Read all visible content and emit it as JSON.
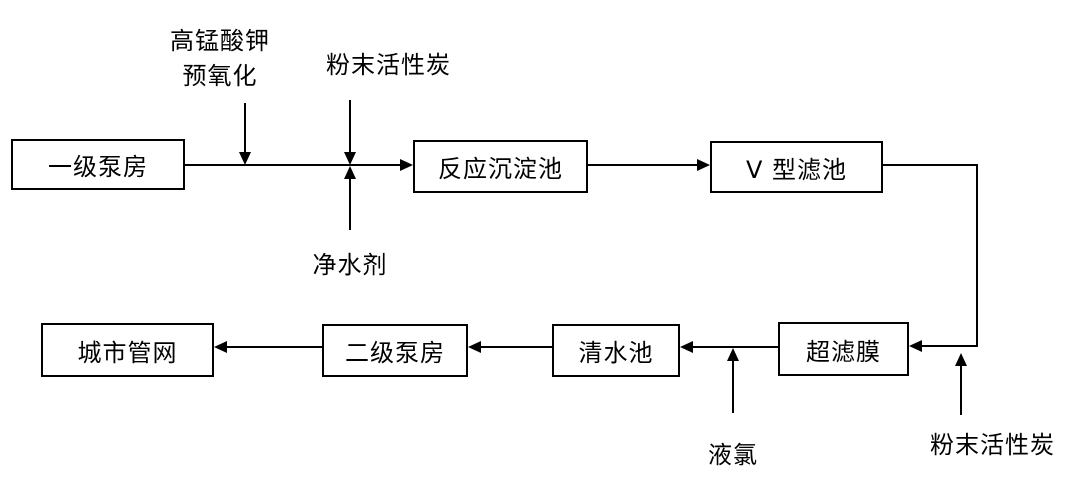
{
  "diagram": {
    "type": "flowchart",
    "subject": "water-treatment-process",
    "colors": {
      "background": "#ffffff",
      "line": "#000000",
      "text": "#000000"
    },
    "nodes": [
      {
        "id": "primary-pump-station",
        "label": "一级泵房"
      },
      {
        "id": "reaction-sedimentation-tank",
        "label": "反应沉淀池"
      },
      {
        "id": "v-type-filter",
        "label": "V 型滤池"
      },
      {
        "id": "ultrafiltration-membrane",
        "label": "超滤膜"
      },
      {
        "id": "clear-water-tank",
        "label": "清水池"
      },
      {
        "id": "secondary-pump-station",
        "label": "二级泵房"
      },
      {
        "id": "city-pipe-network",
        "label": "城市管网"
      }
    ],
    "annotations": [
      {
        "id": "kmno4-preoxidation",
        "line1": "高锰酸钾",
        "line2": "预氧化"
      },
      {
        "id": "powdered-activated-carbon-top",
        "label": "粉末活性炭"
      },
      {
        "id": "water-purifying-agent",
        "label": "净水剂"
      },
      {
        "id": "liquid-chlorine",
        "label": "液氯"
      },
      {
        "id": "powdered-activated-carbon-bottom",
        "label": "粉末活性炭"
      }
    ],
    "edges": [
      {
        "from": "一级泵房",
        "to": "反应沉淀池"
      },
      {
        "from": "反应沉淀池",
        "to": "V 型滤池"
      },
      {
        "from": "V 型滤池",
        "to": "超滤膜"
      },
      {
        "from": "超滤膜",
        "to": "清水池"
      },
      {
        "from": "清水池",
        "to": "二级泵房"
      },
      {
        "from": "二级泵房",
        "to": "城市管网"
      }
    ],
    "injections": [
      {
        "agent": "高锰酸钾预氧化",
        "into": "一级泵房 → 反应沉淀池",
        "direction": "down"
      },
      {
        "agent": "粉末活性炭",
        "into": "一级泵房 → 反应沉淀池",
        "direction": "down"
      },
      {
        "agent": "净水剂",
        "into": "一级泵房 → 反应沉淀池",
        "direction": "up"
      },
      {
        "agent": "液氯",
        "into": "超滤膜 → 清水池",
        "direction": "up"
      },
      {
        "agent": "粉末活性炭",
        "into": "V 型滤池 → 超滤膜",
        "direction": "up"
      }
    ]
  }
}
